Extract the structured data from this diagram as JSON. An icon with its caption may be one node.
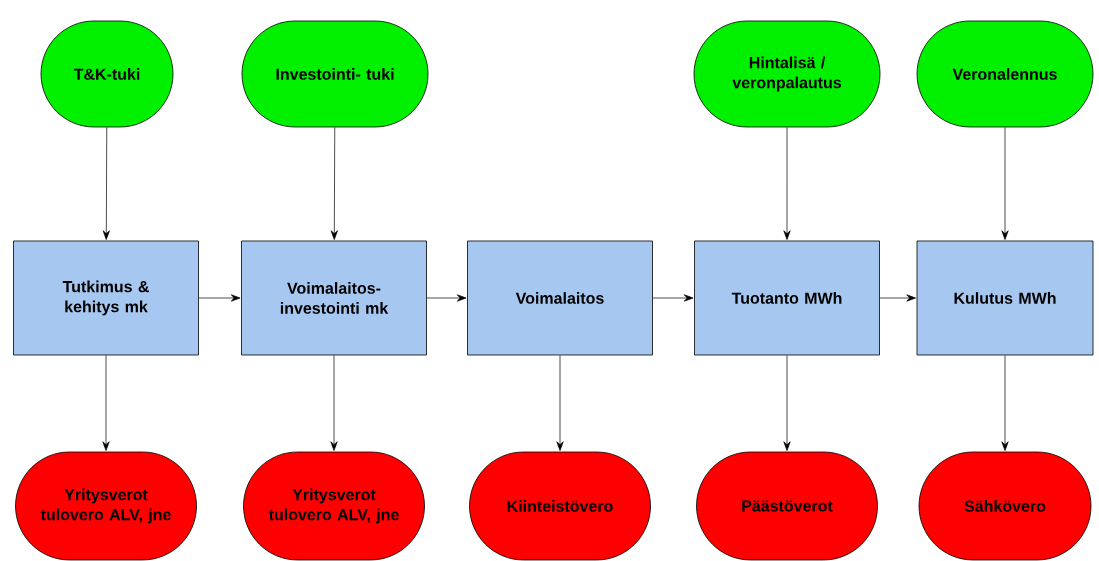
{
  "diagram": {
    "nodes": [
      {
        "text": [
          "T&K-tuki"
        ]
      },
      {
        "text": [
          "Investointi- tuki"
        ]
      },
      {
        "text": [
          "Hintalisä / veronpalautus"
        ]
      },
      {
        "text": [
          "Veronalennus"
        ]
      },
      {
        "text": [
          "Tutkimus & kehitys mk"
        ]
      },
      {
        "text": [
          "Voimalaitos- investointi mk"
        ]
      },
      {
        "text": [
          "Voimalaitos"
        ]
      },
      {
        "text": [
          "Tuotanto MWh"
        ]
      },
      {
        "text": [
          "Kulutus MWh"
        ]
      },
      {
        "text": [
          "Yritysverot tulovero ALV, jne"
        ]
      },
      {
        "text": [
          "Yritysverot tulovero ALV, jne"
        ]
      },
      {
        "text": [
          "Kiinteistövero"
        ]
      },
      {
        "text": [
          "Päästöverot"
        ]
      },
      {
        "text": [
          "Sähkövero"
        ]
      }
    ],
    "edges": [
      {
        "from": 0,
        "to": 4,
        "arrow": "to"
      },
      {
        "from": 1,
        "to": 5,
        "arrow": "to"
      },
      {
        "from": 2,
        "to": 7,
        "arrow": "to"
      },
      {
        "from": 3,
        "to": 8,
        "arrow": "to"
      },
      {
        "from": 4,
        "to": 5,
        "arrow": "to"
      },
      {
        "from": 5,
        "to": 6,
        "arrow": "to"
      },
      {
        "from": 6,
        "to": 7,
        "arrow": "to"
      },
      {
        "from": 7,
        "to": 8,
        "arrow": "to"
      },
      {
        "from": 4,
        "to": 9,
        "arrow": "to"
      },
      {
        "from": 5,
        "to": 10,
        "arrow": "to"
      },
      {
        "from": 6,
        "to": 11,
        "arrow": "to"
      },
      {
        "from": 7,
        "to": 12,
        "arrow": "to"
      },
      {
        "from": 8,
        "to": 13,
        "arrow": "to"
      }
    ]
  }
}
